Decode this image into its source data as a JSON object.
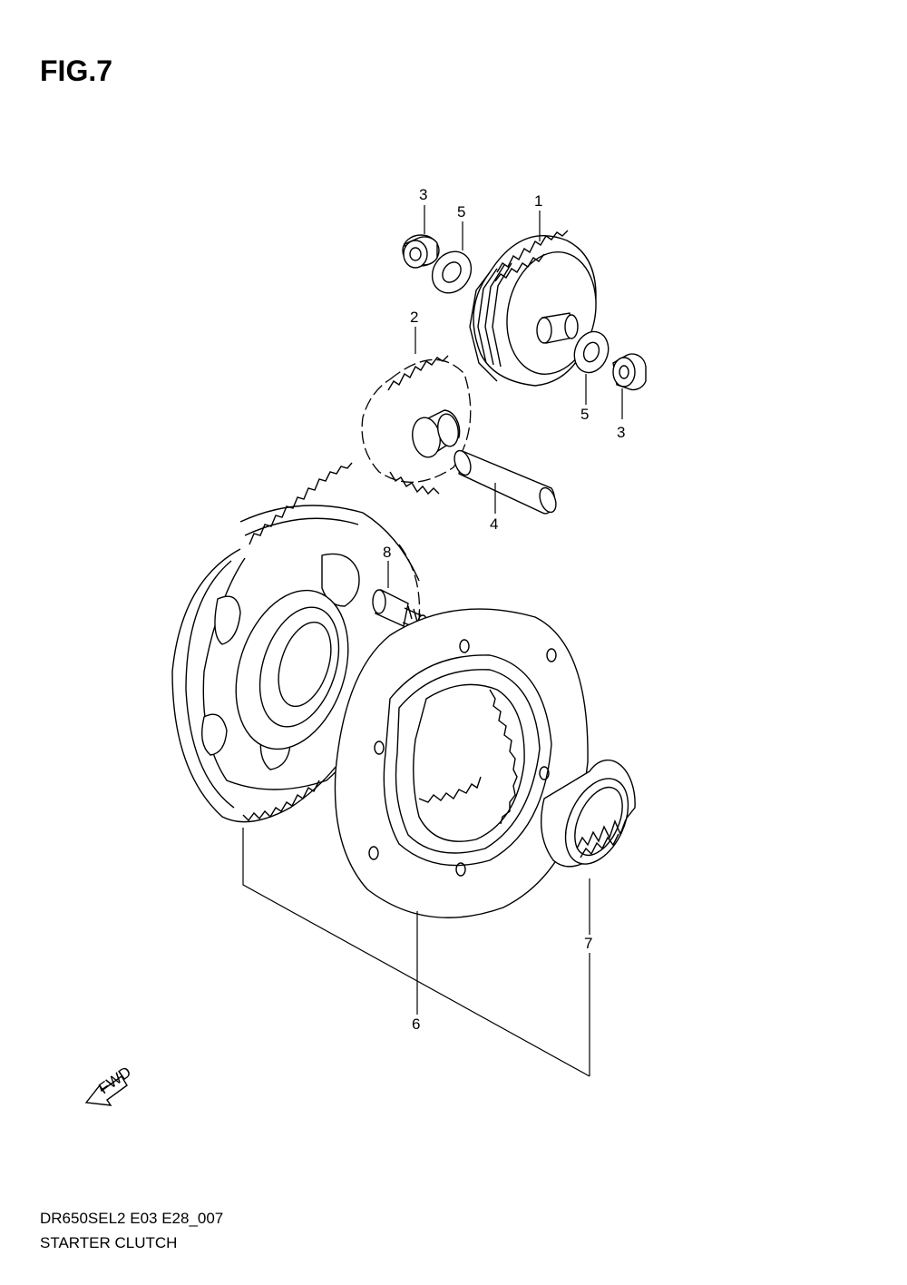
{
  "figure": {
    "title": "FIG.7",
    "model_code": "DR650SEL2 E03 E28_007",
    "name": "STARTER CLUTCH",
    "direction_label": "FWD"
  },
  "callouts": [
    {
      "id": "c1",
      "label": "1"
    },
    {
      "id": "c2",
      "label": "2"
    },
    {
      "id": "c3a",
      "label": "3"
    },
    {
      "id": "c3b",
      "label": "3"
    },
    {
      "id": "c4",
      "label": "4"
    },
    {
      "id": "c5a",
      "label": "5"
    },
    {
      "id": "c5b",
      "label": "5"
    },
    {
      "id": "c6",
      "label": "6"
    },
    {
      "id": "c7",
      "label": "7"
    },
    {
      "id": "c8",
      "label": "8"
    }
  ]
}
